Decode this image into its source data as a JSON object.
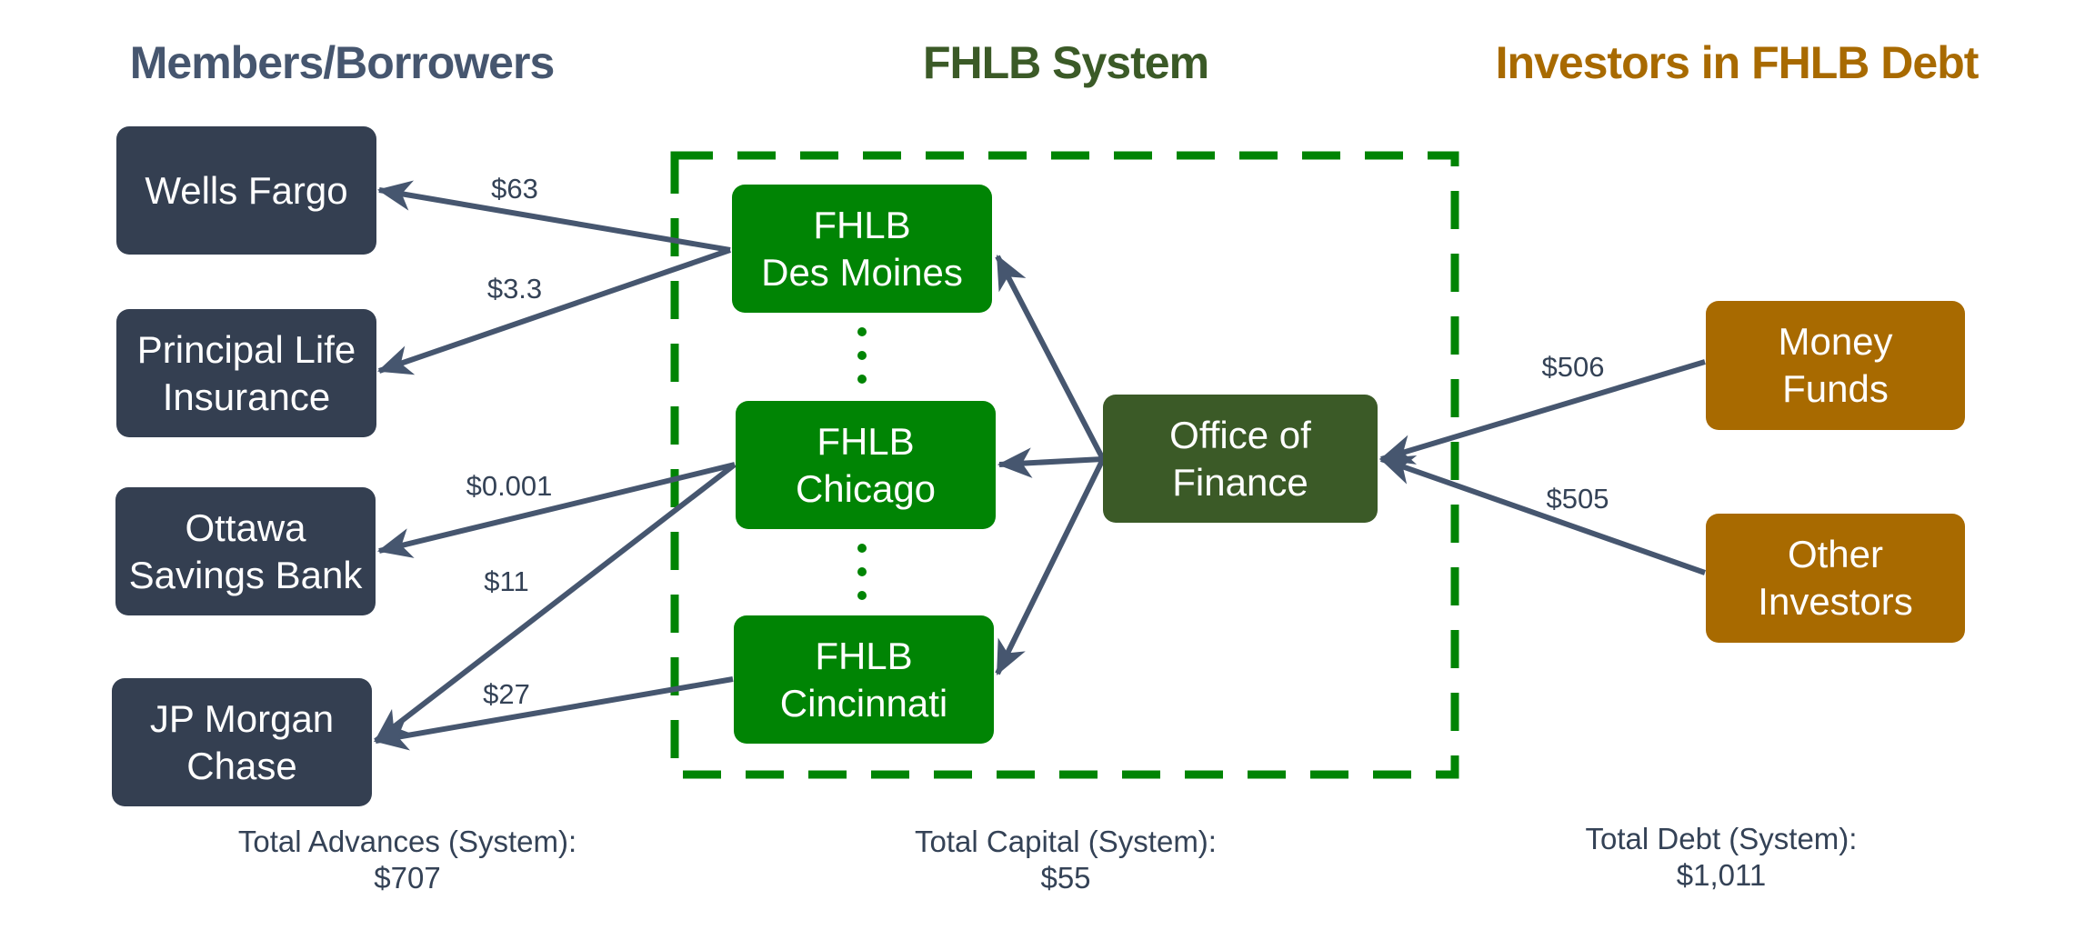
{
  "headings": {
    "members": "Members/Borrowers",
    "system": "FHLB System",
    "investors": "Investors in FHLB Debt"
  },
  "colors": {
    "members_heading": "#46566f",
    "system_heading": "#3b5a27",
    "investors_heading": "#a86a00",
    "member_box": "#343f51",
    "fhlb_box": "#008404",
    "office_box": "#3b5a27",
    "investor_box": "#a86a00",
    "arrow": "#46566f",
    "dashed_border": "#008404"
  },
  "members": [
    {
      "id": "wells-fargo",
      "lines": [
        "Wells Fargo"
      ]
    },
    {
      "id": "principal-life",
      "lines": [
        "Principal Life",
        "Insurance"
      ]
    },
    {
      "id": "ottawa-savings",
      "lines": [
        "Ottawa",
        "Savings Bank"
      ]
    },
    {
      "id": "jp-morgan",
      "lines": [
        "JP Morgan",
        "Chase"
      ]
    }
  ],
  "banks": [
    {
      "id": "des-moines",
      "lines": [
        "FHLB",
        "Des Moines"
      ]
    },
    {
      "id": "chicago",
      "lines": [
        "FHLB",
        "Chicago"
      ]
    },
    {
      "id": "cincinnati",
      "lines": [
        "FHLB",
        "Cincinnati"
      ]
    }
  ],
  "office": {
    "id": "office-of-finance",
    "lines": [
      "Office of",
      "Finance"
    ]
  },
  "investors": [
    {
      "id": "money-funds",
      "lines": [
        "Money",
        "Funds"
      ]
    },
    {
      "id": "other-investors",
      "lines": [
        "Other",
        "Investors"
      ]
    }
  ],
  "flows": [
    {
      "from": "des-moines",
      "to": "wells-fargo",
      "label": "$63"
    },
    {
      "from": "des-moines",
      "to": "principal-life",
      "label": "$3.3"
    },
    {
      "from": "chicago",
      "to": "ottawa-savings",
      "label": "$0.001"
    },
    {
      "from": "chicago",
      "to": "jp-morgan",
      "label": "$11"
    },
    {
      "from": "cincinnati",
      "to": "jp-morgan",
      "label": "$27"
    },
    {
      "from": "office-of-finance",
      "to": "des-moines",
      "label": ""
    },
    {
      "from": "office-of-finance",
      "to": "chicago",
      "label": ""
    },
    {
      "from": "office-of-finance",
      "to": "cincinnati",
      "label": ""
    },
    {
      "from": "money-funds",
      "to": "office-of-finance",
      "label": "$506"
    },
    {
      "from": "other-investors",
      "to": "office-of-finance",
      "label": "$505"
    }
  ],
  "totals": {
    "advances": {
      "label": "Total Advances (System):",
      "value": "$707"
    },
    "capital": {
      "label": "Total Capital (System):",
      "value": "$55"
    },
    "debt": {
      "label": "Total Debt (System):",
      "value": "$1,011"
    }
  }
}
